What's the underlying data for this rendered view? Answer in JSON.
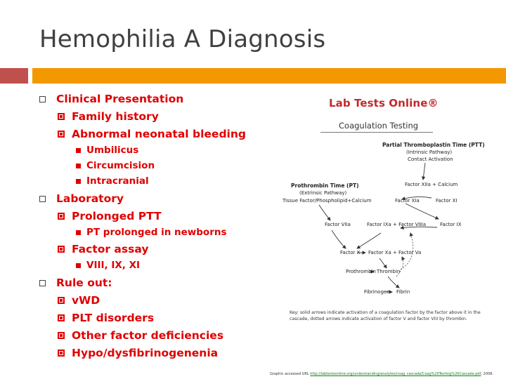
{
  "slide": {
    "title": "Hemophilia A Diagnosis"
  },
  "bullets": {
    "clinical": {
      "label": "Clinical Presentation",
      "family_history": "Family history",
      "neonatal": "Abnormal neonatal bleeding",
      "umbilicus": "Umbilicus",
      "circumcision": "Circumcision",
      "intracranial": "Intracranial"
    },
    "laboratory": {
      "label": "Laboratory",
      "ptt": "Prolonged PTT",
      "pt_newborns": "PT prolonged in newborns",
      "factor_assay": "Factor assay",
      "factors": "VIII, IX, XI"
    },
    "rule_out": {
      "label": "Rule out:",
      "vwd": "vWD",
      "plt": "PLT disorders",
      "other": "Other factor deficiencies",
      "hypo": "Hypo/dysfibrinogenenia"
    }
  },
  "figure": {
    "brand": "Lab Tests Online®",
    "subtitle": "Coagulation Testing",
    "ptt_title": "Partial Thromboplastin Time (PTT)",
    "ptt_pathway": "(Intrinsic Pathway)",
    "contact_activation": "Contact Activation",
    "xiia_calcium": "Factor XIIa + Calcium",
    "xia": "Factor XIa",
    "xi": "Factor XI",
    "pt_title": "Prothrombin Time (PT)",
    "pt_pathway": "(Extrinsic Pathway)",
    "tissue_factor": "Tissue Factor/Phospholipid+Calcium",
    "viia": "Factor VIIa",
    "ixa_viiia": "Factor IXa + Factor VIIIa",
    "ix": "Factor IX",
    "x": "Factor X",
    "xa_va": "Factor Xa + Factor Va",
    "prothrombin": "Prothrombin",
    "thrombin": "Thrombin",
    "fibrinogen": "Fibrinogen",
    "fibrin": "Fibrin",
    "key": "Key: solid arrows indicate activation of a coagulation factor by the factor above it in the cascade, dotted arrows indicate activation of factor V and factor VIII by thrombin."
  },
  "credit": {
    "prefix": "Graphic accessed URL ",
    "url": "http://labtestsonline.org/understanding/analytes/coag_cascade/Coag%20Testing%20Cascade.pdf",
    "suffix": ", 2008."
  }
}
